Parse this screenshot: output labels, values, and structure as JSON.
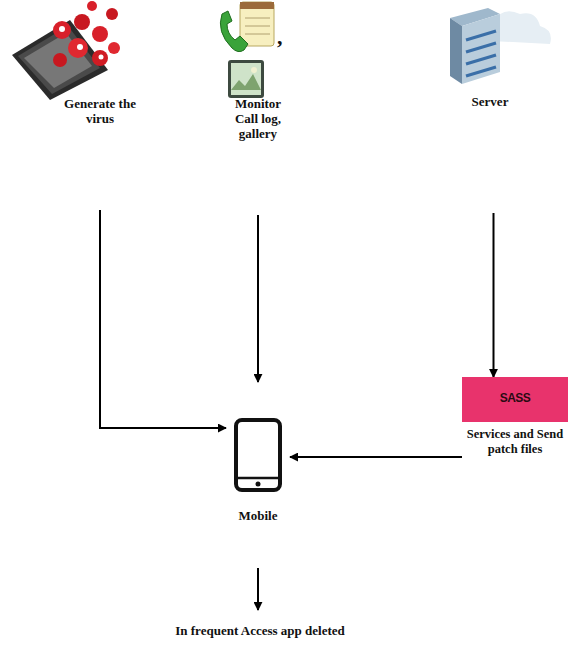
{
  "diagram": {
    "nodes": [
      {
        "text": [
          "Generate the virus"
        ]
      },
      {
        "text": [
          "Monitor Call log, gallery"
        ]
      },
      {
        "text": [
          "Server"
        ]
      },
      {
        "text": [
          "SASS",
          "Services and Send patch files"
        ]
      },
      {
        "text": [
          "Mobile"
        ]
      },
      {
        "text": [
          "In frequent Access app deleted"
        ]
      }
    ],
    "edges": [
      {
        "from": 0,
        "to": 4,
        "arrow": "to"
      },
      {
        "from": 1,
        "to": 4,
        "arrow": "to"
      },
      {
        "from": 2,
        "to": 3,
        "arrow": "to"
      },
      {
        "from": 3,
        "to": 4,
        "arrow": "to"
      },
      {
        "from": 4,
        "to": 5,
        "arrow": "to"
      }
    ],
    "labels": [
      ","
    ]
  }
}
